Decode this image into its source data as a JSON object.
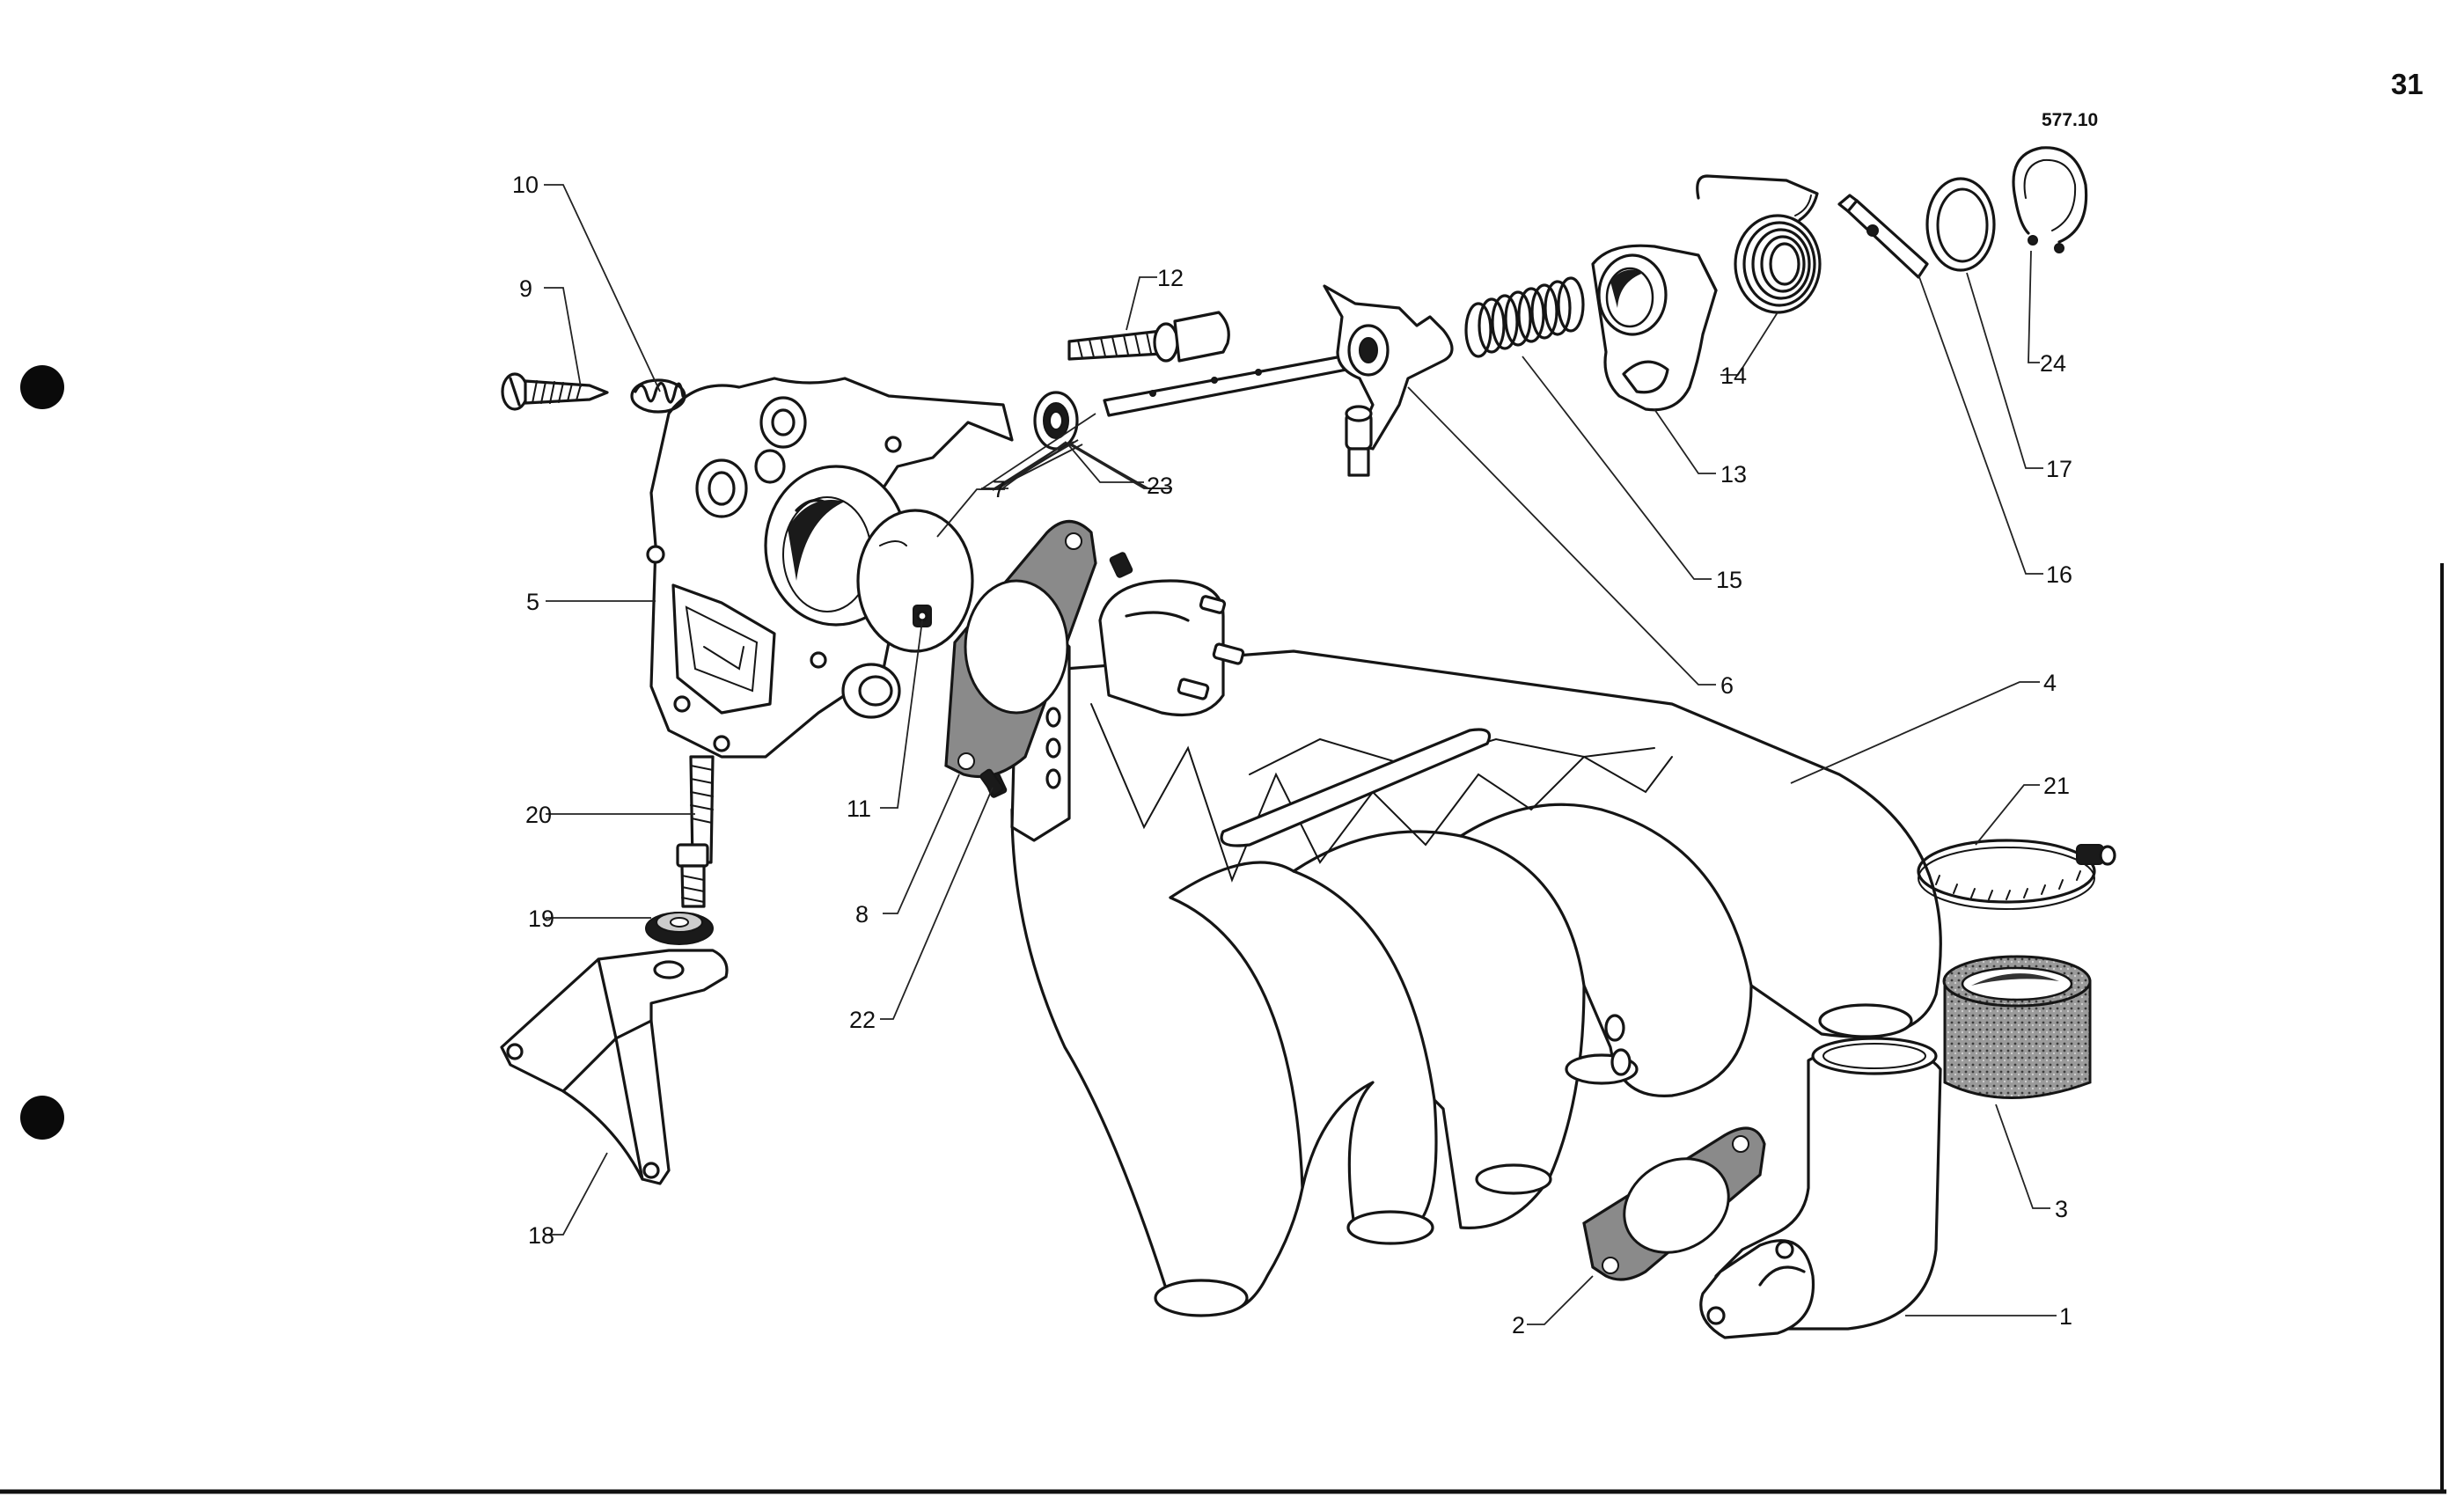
{
  "page": {
    "number": "31",
    "reference_code": "577.10"
  },
  "parts": [
    {
      "id": "p1",
      "label": "1"
    },
    {
      "id": "p2",
      "label": "2"
    },
    {
      "id": "p3",
      "label": "3"
    },
    {
      "id": "p4",
      "label": "4"
    },
    {
      "id": "p5",
      "label": "5"
    },
    {
      "id": "p6",
      "label": "6"
    },
    {
      "id": "p7",
      "label": "7"
    },
    {
      "id": "p8",
      "label": "8"
    },
    {
      "id": "p9",
      "label": "9"
    },
    {
      "id": "p10",
      "label": "10"
    },
    {
      "id": "p11",
      "label": "11"
    },
    {
      "id": "p12",
      "label": "12"
    },
    {
      "id": "p13",
      "label": "13"
    },
    {
      "id": "p14",
      "label": "14"
    },
    {
      "id": "p15",
      "label": "15"
    },
    {
      "id": "p16",
      "label": "16"
    },
    {
      "id": "p17",
      "label": "17"
    },
    {
      "id": "p18",
      "label": "18"
    },
    {
      "id": "p19",
      "label": "19"
    },
    {
      "id": "p20",
      "label": "20"
    },
    {
      "id": "p21",
      "label": "21"
    },
    {
      "id": "p22",
      "label": "22"
    },
    {
      "id": "p23",
      "label": "23"
    },
    {
      "id": "p24",
      "label": "24"
    }
  ]
}
